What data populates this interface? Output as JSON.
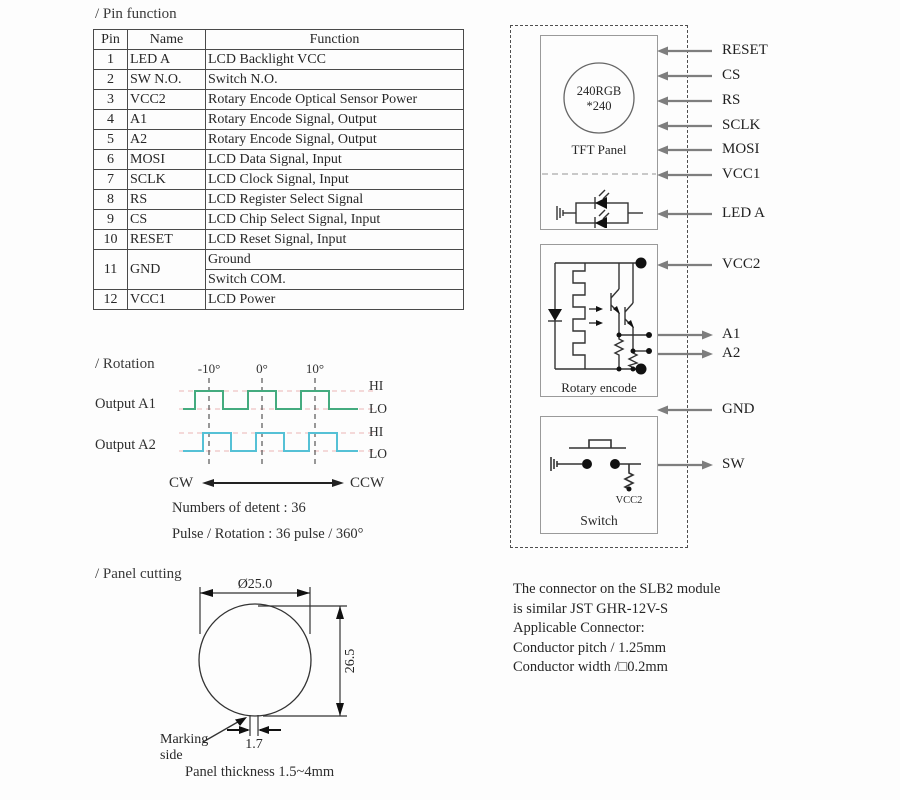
{
  "pin_function": {
    "title": "/ Pin function",
    "headers": [
      "Pin",
      "Name",
      "Function"
    ],
    "rows": [
      {
        "pin": "1",
        "name": "LED A",
        "function": "LCD Backlight VCC"
      },
      {
        "pin": "2",
        "name": "SW N.O.",
        "function": "Switch N.O."
      },
      {
        "pin": "3",
        "name": "VCC2",
        "function": "Rotary Encode Optical Sensor Power"
      },
      {
        "pin": "4",
        "name": "A1",
        "function": "Rotary Encode Signal, Output"
      },
      {
        "pin": "5",
        "name": "A2",
        "function": "Rotary Encode Signal, Output"
      },
      {
        "pin": "6",
        "name": "MOSI",
        "function": "LCD Data Signal, Input"
      },
      {
        "pin": "7",
        "name": "SCLK",
        "function": "LCD Clock Signal, Input"
      },
      {
        "pin": "8",
        "name": "RS",
        "function": "LCD Register Select Signal"
      },
      {
        "pin": "9",
        "name": "CS",
        "function": "LCD Chip Select Signal, Input"
      },
      {
        "pin": "10",
        "name": "RESET",
        "function": "LCD Reset Signal, Input"
      },
      {
        "pin": "11",
        "name": "GND",
        "function": "Ground",
        "function2": "Switch COM."
      },
      {
        "pin": "12",
        "name": "VCC1",
        "function": "LCD Power"
      }
    ]
  },
  "rotation": {
    "title": "/ Rotation",
    "angle_labels": [
      "-10°",
      "0°",
      "10°"
    ],
    "output_a1_label": "Output A1",
    "output_a2_label": "Output A2",
    "hi_label": "HI",
    "lo_label": "LO",
    "cw_label": "CW",
    "ccw_label": "CCW",
    "detent_text": "Numbers of detent : 36",
    "pulse_text": "Pulse / Rotation : 36 pulse / 360°",
    "a1_color": "#44ab7f",
    "a2_color": "#55c1d6"
  },
  "panel_cutting": {
    "title": "/ Panel cutting",
    "diameter_label": "Ø25.0",
    "height_label": "26.5",
    "notch_width_label": "1.7",
    "marking_line1": "Marking",
    "marking_line2": "side",
    "thickness_text": "Panel thickness 1.5~4mm"
  },
  "diagram": {
    "tft": {
      "screen_line1": "240RGB",
      "screen_line2": "*240",
      "label": "TFT Panel"
    },
    "rotary": {
      "label": "Rotary encode"
    },
    "switch": {
      "label": "Switch",
      "vcc2_label": "VCC2"
    },
    "arrows": [
      {
        "label": "RESET",
        "direction": "input"
      },
      {
        "label": "CS",
        "direction": "input"
      },
      {
        "label": "RS",
        "direction": "input"
      },
      {
        "label": "SCLK",
        "direction": "input"
      },
      {
        "label": "MOSI",
        "direction": "input"
      },
      {
        "label": "VCC1",
        "direction": "input"
      },
      {
        "label": "LED A",
        "direction": "input"
      },
      {
        "label": "VCC2",
        "direction": "input"
      },
      {
        "label": "A1",
        "direction": "output"
      },
      {
        "label": "A2",
        "direction": "output"
      },
      {
        "label": "GND",
        "direction": "input"
      },
      {
        "label": "SW",
        "direction": "output"
      }
    ]
  },
  "connector_note": {
    "lines": [
      "The connector on the SLB2 module",
      "is similar JST GHR-12V-S",
      "Applicable Connector:",
      "Conductor pitch / 1.25mm",
      "Conductor width /□0.2mm"
    ]
  }
}
